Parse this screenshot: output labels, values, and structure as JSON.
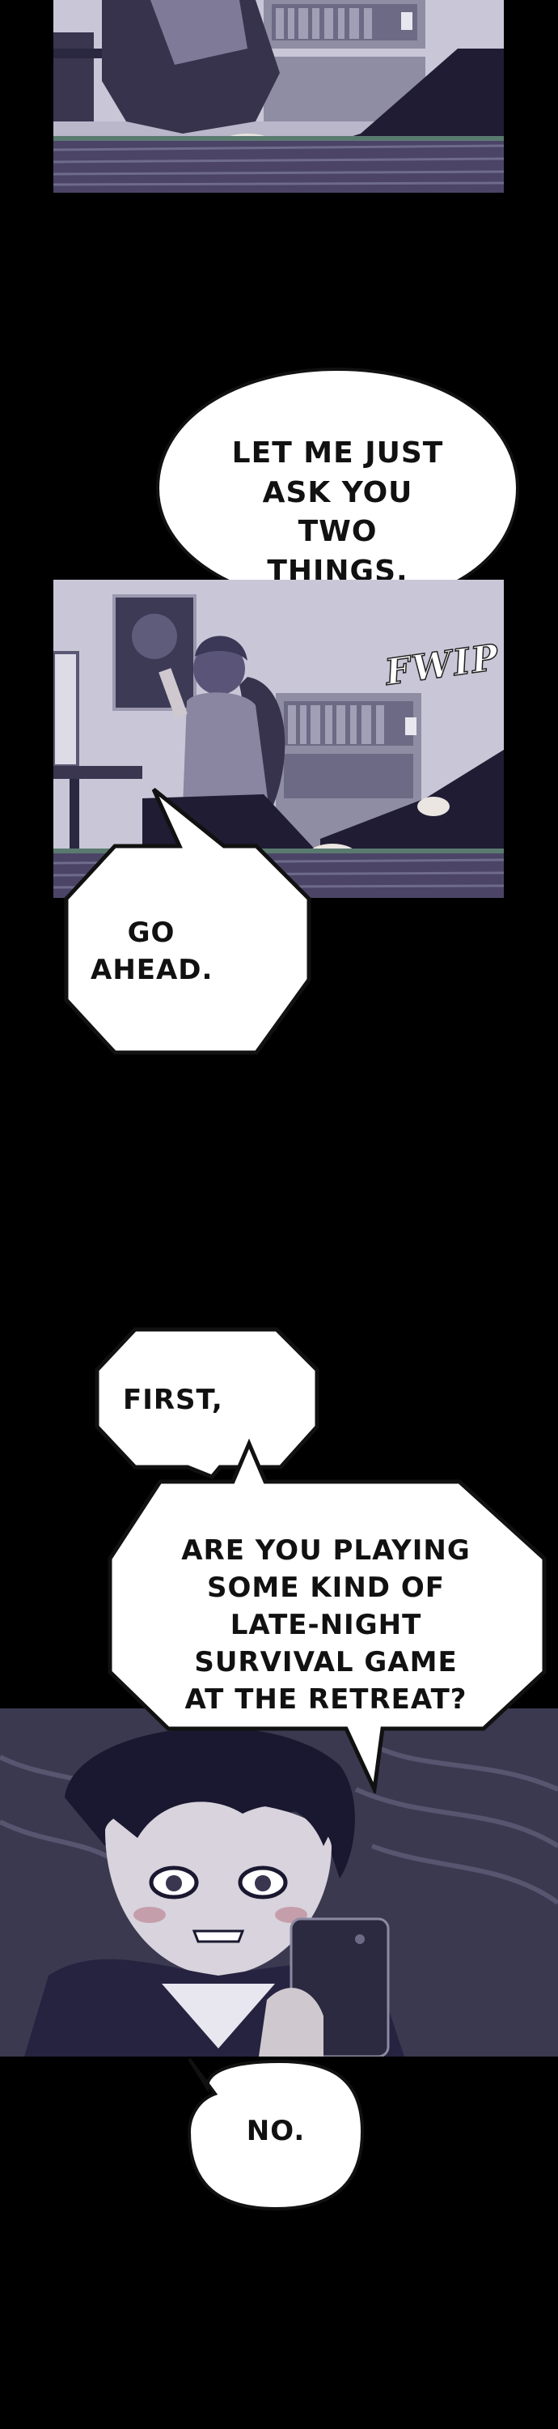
{
  "bubbles": {
    "b1": "LET ME JUST ASK YOU TWO THINGS.",
    "b2": "GO AHEAD.",
    "b3": "FIRST,",
    "b4": "ARE YOU PLAYING SOME KIND OF LATE-NIGHT SURVIVAL GAME AT THE RETREAT?",
    "b5": "NO."
  },
  "sfx": {
    "fwip": "FWIP"
  },
  "colors": {
    "background": "#000000",
    "bubble_fill": "#ffffff",
    "bubble_stroke": "#111111"
  }
}
